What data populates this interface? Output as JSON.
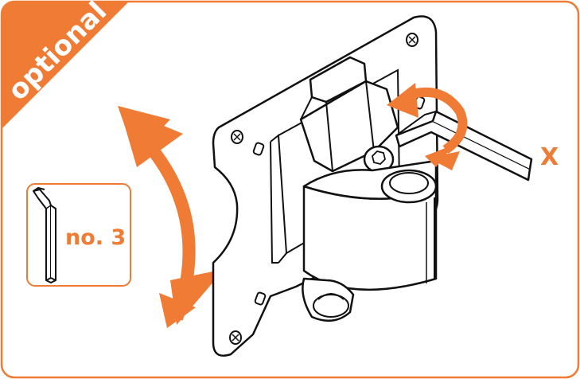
{
  "corner_badge": {
    "label": "optional"
  },
  "tool_callout": {
    "size_label": "no. 3",
    "icon": "hex-key-icon"
  },
  "diagram": {
    "callout_label": "X",
    "subject": "wall-mount-bracket",
    "actions": [
      "tilt-arc-arrow",
      "rotate-arrows"
    ]
  },
  "colors": {
    "accent": "#f07b34",
    "frame": "#f07b34",
    "line": "#111111",
    "background": "#ffffff"
  }
}
